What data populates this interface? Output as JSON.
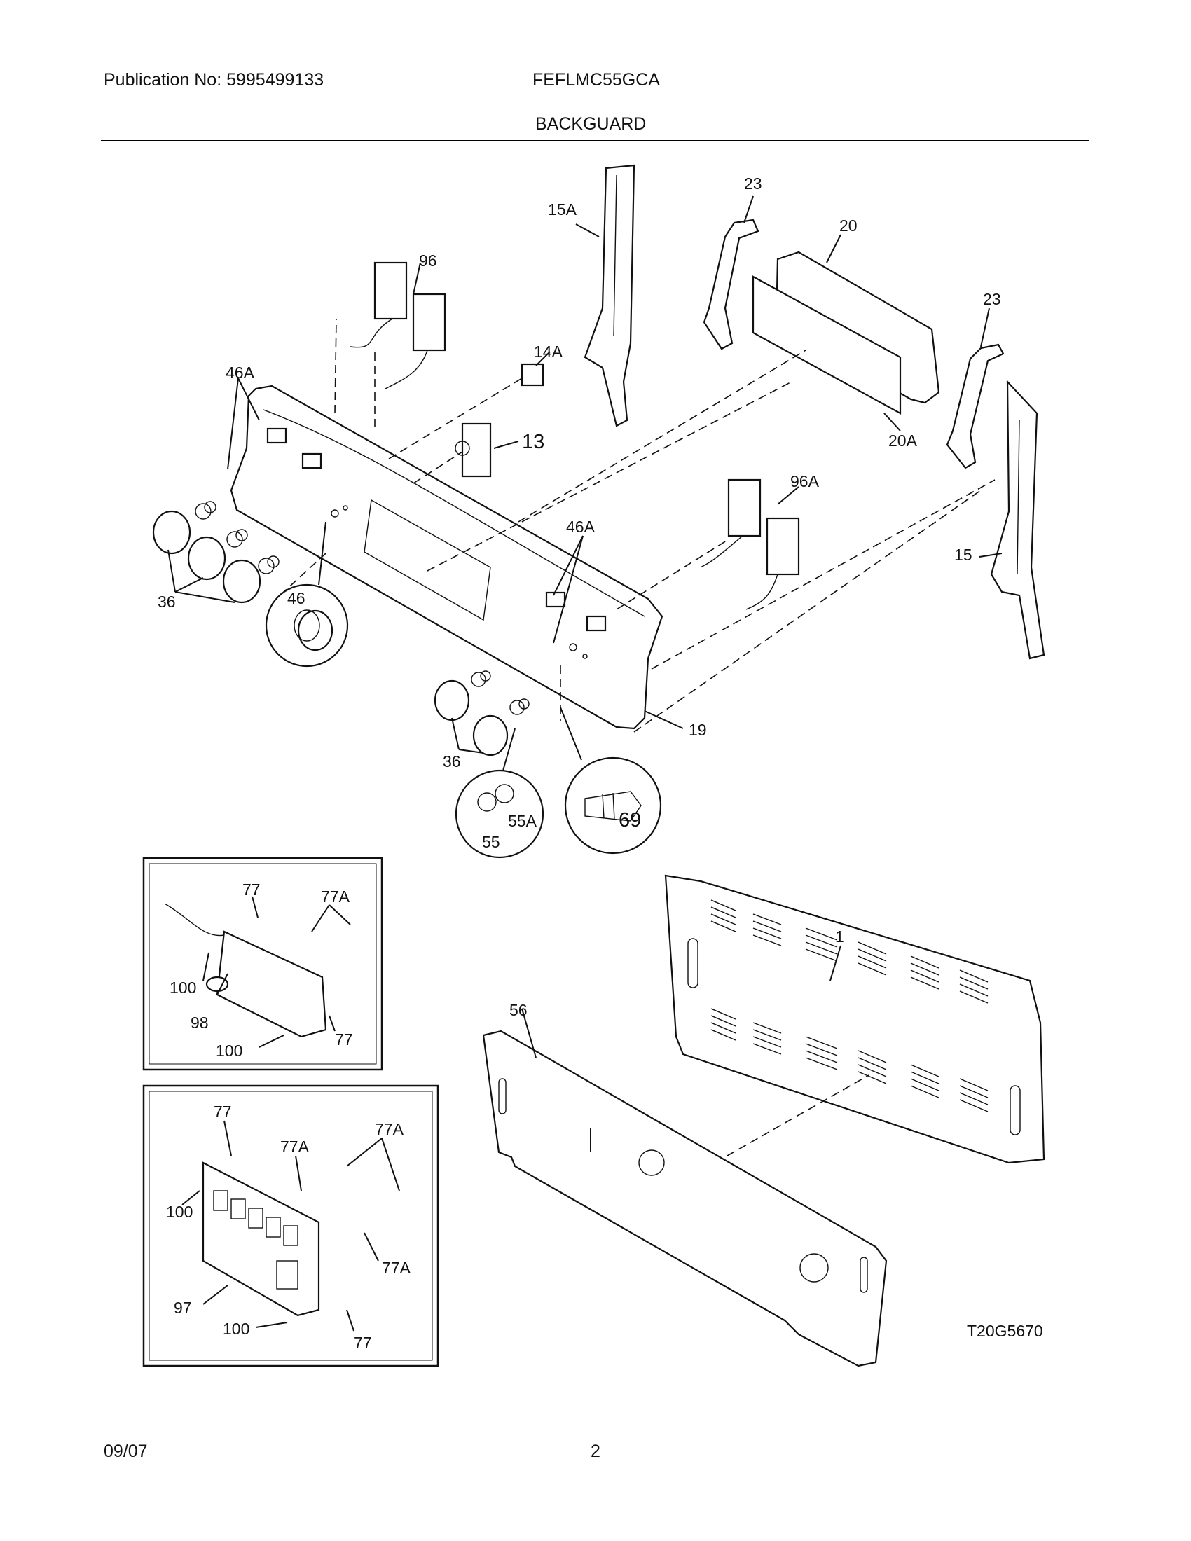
{
  "header": {
    "publication": "Publication No: 5995499133",
    "model": "FEFLMC55GCA",
    "section_title": "BACKGUARD"
  },
  "callouts": {
    "c1": "1",
    "c13": "13",
    "c14a": "14A",
    "c15": "15",
    "c15a": "15A",
    "c19": "19",
    "c20": "20",
    "c20a": "20A",
    "c23_top": "23",
    "c23_right": "23",
    "c36_left": "36",
    "c36_bottom": "36",
    "c46": "46",
    "c46a_left": "46A",
    "c46a_mid": "46A",
    "c55": "55",
    "c55a": "55A",
    "c56": "56",
    "c69": "69",
    "c96": "96",
    "c96a": "96A",
    "inset1": {
      "l77_top": "77",
      "l77a": "77A",
      "l100_top": "100",
      "l98": "98",
      "l100_bottom": "100",
      "l77_bottom": "77"
    },
    "inset2": {
      "l77_top": "77",
      "l77a_a": "77A",
      "l77a_b": "77A",
      "l77a_c": "77A",
      "l100_top": "100",
      "l97": "97",
      "l100_bottom": "100",
      "l77_bottom": "77"
    }
  },
  "drawing_number": "T20G5670",
  "footer": {
    "date": "09/07",
    "page": "2"
  }
}
